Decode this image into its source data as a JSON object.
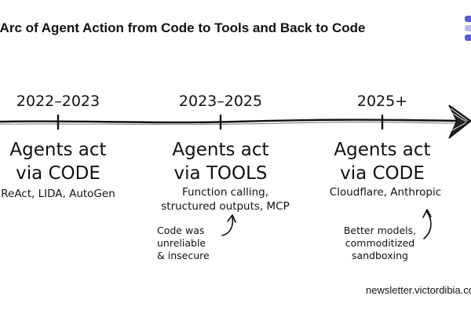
{
  "title": "e Arc of Agent Action from Code to Tools and Back to Code",
  "colors": {
    "ink": "#111111",
    "logo_top": "#5b5bd6",
    "logo_mid": "#b9b9ee",
    "logo_bot": "#5b5bd6"
  },
  "stages": [
    {
      "period": "2022–2023",
      "mode_line1": "Agents act",
      "mode_line2": "via CODE",
      "examples": "ReAct, LIDA, AutoGen"
    },
    {
      "period": "2023–2025",
      "mode_line1": "Agents act",
      "mode_line2": "via TOOLS",
      "examples_line1": "Function calling,",
      "examples_line2": "structured outputs, MCP"
    },
    {
      "period": "2025+",
      "mode_line1": "Agents act",
      "mode_line2": "via CODE",
      "examples": "Cloudflare, Anthropic"
    }
  ],
  "notes": {
    "left": {
      "line1": "Code was",
      "line2": "unreliable",
      "line3": "& insecure"
    },
    "right": {
      "line1": "Better models,",
      "line2": "commoditized",
      "line3": "sandboxing"
    }
  },
  "footer": "newsletter.victordibia.com"
}
